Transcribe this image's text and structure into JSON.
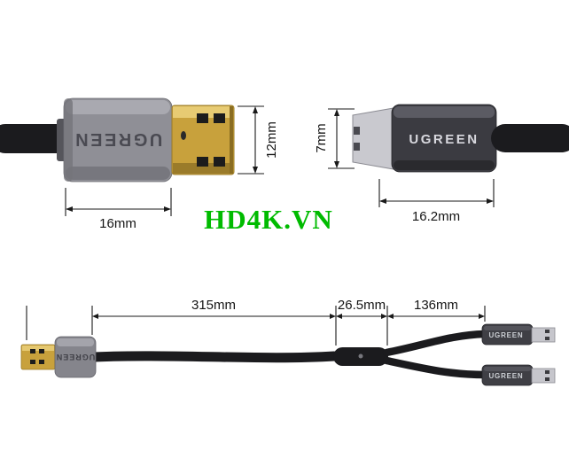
{
  "brand": "UGREEN",
  "watermark": "HD4K.VN",
  "dimensions": {
    "usb_a_height": "12mm",
    "usb_a_width": "16mm",
    "micro_usb_height": "7mm",
    "micro_usb_length": "16.2mm",
    "cable_main_length": "315mm",
    "splitter_length": "26.5mm",
    "branch_length": "136mm"
  },
  "colors": {
    "gold_connector": "#c8a13c",
    "housing_gray": "#8f8f96",
    "housing_dark": "#3b3b41",
    "cable_black": "#1b1b1e",
    "watermark_green": "#00bb00"
  }
}
